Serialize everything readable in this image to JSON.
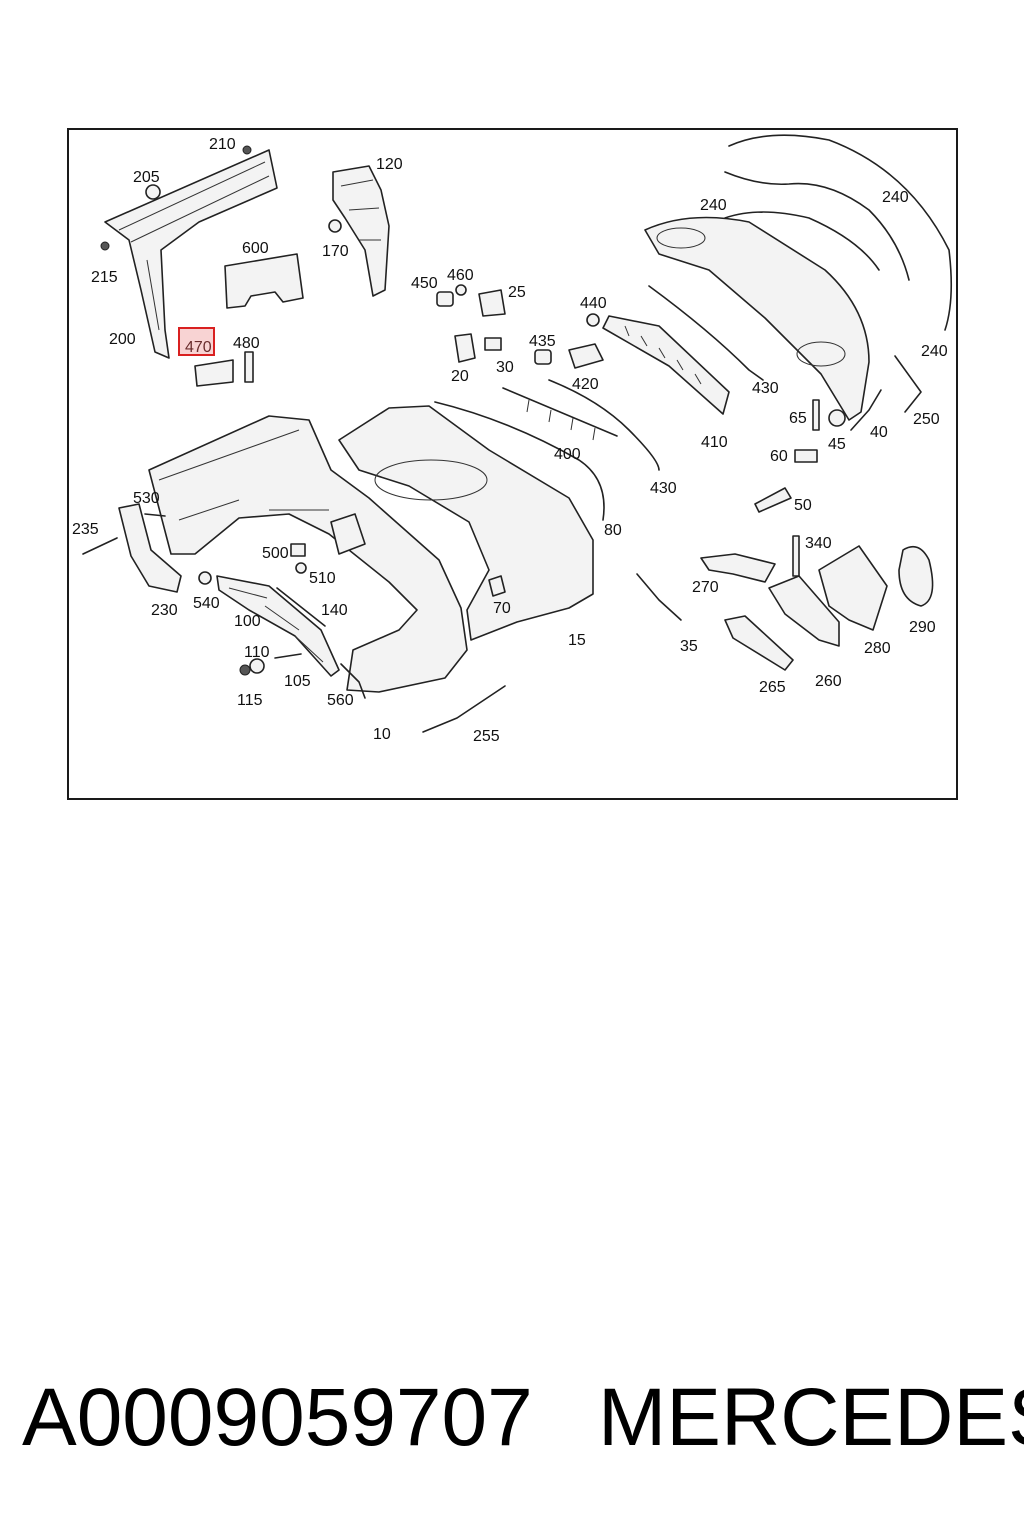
{
  "diagram": {
    "labels": {
      "l10": "10",
      "l15": "15",
      "l20": "20",
      "l25": "25",
      "l30": "30",
      "l35": "35",
      "l40": "40",
      "l45": "45",
      "l50": "50",
      "l60": "60",
      "l65": "65",
      "l70": "70",
      "l80": "80",
      "l100": "100",
      "l105": "105",
      "l110": "110",
      "l115": "115",
      "l120": "120",
      "l140": "140",
      "l170": "170",
      "l200": "200",
      "l205": "205",
      "l210": "210",
      "l215": "215",
      "l230": "230",
      "l235": "235",
      "l240a": "240",
      "l240b": "240",
      "l240c": "240",
      "l250": "250",
      "l255": "255",
      "l260": "260",
      "l265": "265",
      "l270": "270",
      "l280": "280",
      "l290": "290",
      "l340": "340",
      "l400": "400",
      "l410": "410",
      "l420": "420",
      "l430a": "430",
      "l430b": "430",
      "l435": "435",
      "l440": "440",
      "l450": "450",
      "l460": "460",
      "l470": "470",
      "l480": "480",
      "l500": "500",
      "l510": "510",
      "l530": "530",
      "l540": "540",
      "l560": "560",
      "l600": "600"
    },
    "highlighted_part": "470",
    "highlight_color": "#d92020"
  },
  "caption": {
    "part_number": "A0009059707",
    "brand": "MERCEDES"
  }
}
